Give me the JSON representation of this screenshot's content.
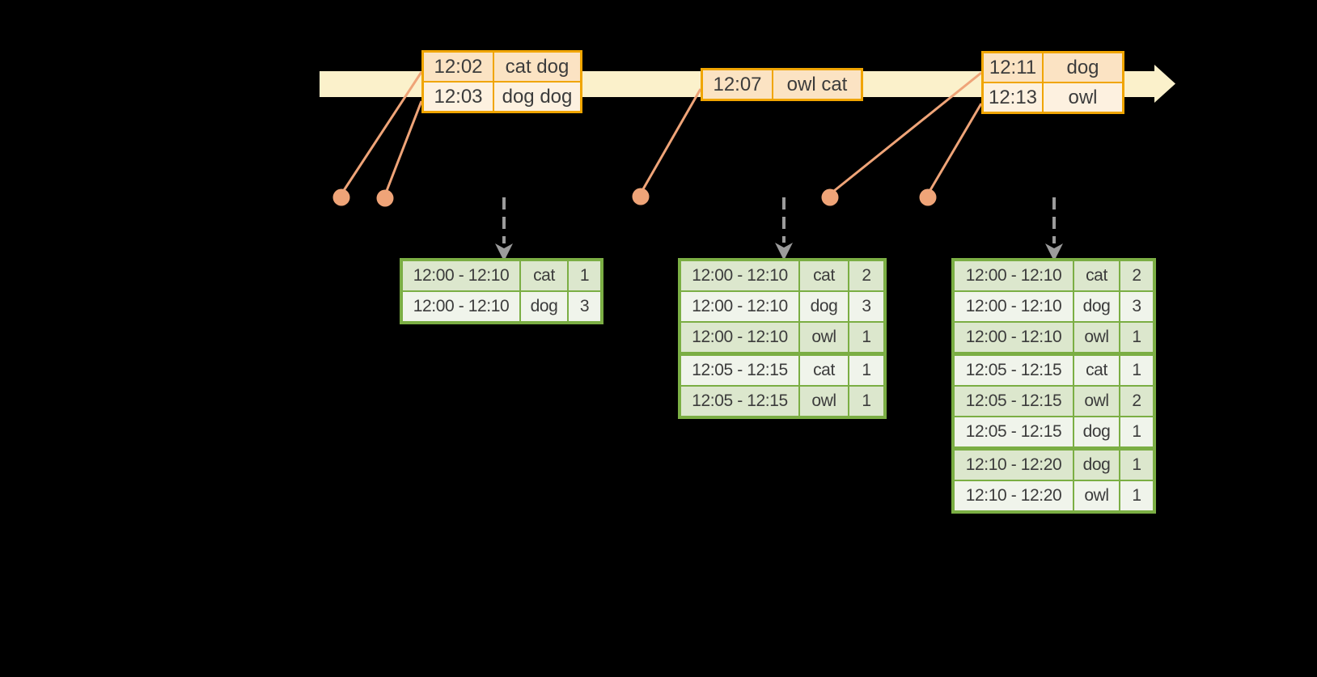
{
  "colors": {
    "background": "#000000",
    "timeline_fill": "#FBF1CB",
    "event_border": "#F0A500",
    "event_row_odd": "#FBE3C3",
    "event_row_even": "#FDF1E0",
    "marker": "#EFA478",
    "trigger_arrow": "#9C9C9C",
    "result_border": "#7BAE44",
    "result_row_odd": "#DCE7CD",
    "result_row_even": "#F0F4EB",
    "text": "#3C3C3C"
  },
  "event_tables": [
    {
      "rows": [
        {
          "time": "12:02",
          "words": "cat dog"
        },
        {
          "time": "12:03",
          "words": "dog dog"
        }
      ]
    },
    {
      "rows": [
        {
          "time": "12:07",
          "words": "owl cat"
        }
      ]
    },
    {
      "rows": [
        {
          "time": "12:11",
          "words": "dog"
        },
        {
          "time": "12:13",
          "words": "owl"
        }
      ]
    }
  ],
  "result_tables": [
    {
      "rows": [
        {
          "window": "12:00 - 12:10",
          "word": "cat",
          "count": "1"
        },
        {
          "window": "12:00 - 12:10",
          "word": "dog",
          "count": "3"
        }
      ]
    },
    {
      "rows": [
        {
          "window": "12:00 - 12:10",
          "word": "cat",
          "count": "2"
        },
        {
          "window": "12:00 - 12:10",
          "word": "dog",
          "count": "3"
        },
        {
          "window": "12:00 - 12:10",
          "word": "owl",
          "count": "1"
        },
        {
          "window": "12:05 - 12:15",
          "word": "cat",
          "count": "1"
        },
        {
          "window": "12:05 - 12:15",
          "word": "owl",
          "count": "1"
        }
      ]
    },
    {
      "rows": [
        {
          "window": "12:00 - 12:10",
          "word": "cat",
          "count": "2"
        },
        {
          "window": "12:00 - 12:10",
          "word": "dog",
          "count": "3"
        },
        {
          "window": "12:00 - 12:10",
          "word": "owl",
          "count": "1"
        },
        {
          "window": "12:05 - 12:15",
          "word": "cat",
          "count": "1"
        },
        {
          "window": "12:05 - 12:15",
          "word": "owl",
          "count": "2"
        },
        {
          "window": "12:05 - 12:15",
          "word": "dog",
          "count": "1"
        },
        {
          "window": "12:10 - 12:20",
          "word": "dog",
          "count": "1"
        },
        {
          "window": "12:10 - 12:20",
          "word": "owl",
          "count": "1"
        }
      ]
    }
  ]
}
